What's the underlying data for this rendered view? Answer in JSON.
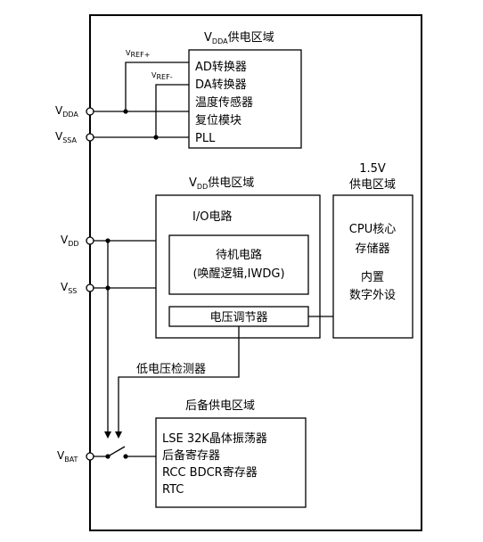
{
  "pins": {
    "vdda": {
      "main": "V",
      "sub": "DDA"
    },
    "vssa": {
      "main": "V",
      "sub": "SSA"
    },
    "vdd": {
      "main": "V",
      "sub": "DD"
    },
    "vss": {
      "main": "V",
      "sub": "SS"
    },
    "vbat": {
      "main": "V",
      "sub": "BAT"
    }
  },
  "vref": {
    "plus": {
      "main": "V",
      "sub": "REF+"
    },
    "minus": {
      "main": "V",
      "sub": "REF-"
    }
  },
  "vdda_domain": {
    "title_main": "V",
    "title_sub": "DDA",
    "title_suffix": "供电区域",
    "items": [
      "AD转换器",
      "DA转换器",
      "温度传感器",
      "复位模块",
      "PLL"
    ]
  },
  "vdd_domain": {
    "title_main": "V",
    "title_sub": "DD",
    "title_suffix": "供电区域",
    "io": "I/O电路",
    "standby_line1": "待机电路",
    "standby_line2": "(唤醒逻辑,IWDG)",
    "regulator": "电压调节器"
  },
  "core_domain": {
    "title_line1": "1.5V",
    "title_line2": "供电区域",
    "line1": "CPU核心",
    "line2": "存储器",
    "line3": "内置",
    "line4": "数字外设"
  },
  "low_voltage_detector": "低电压检测器",
  "backup_domain": {
    "title": "后备供电区域",
    "items": [
      "LSE 32K晶体振荡器",
      "后备寄存器",
      "RCC BDCR寄存器",
      "RTC"
    ]
  }
}
